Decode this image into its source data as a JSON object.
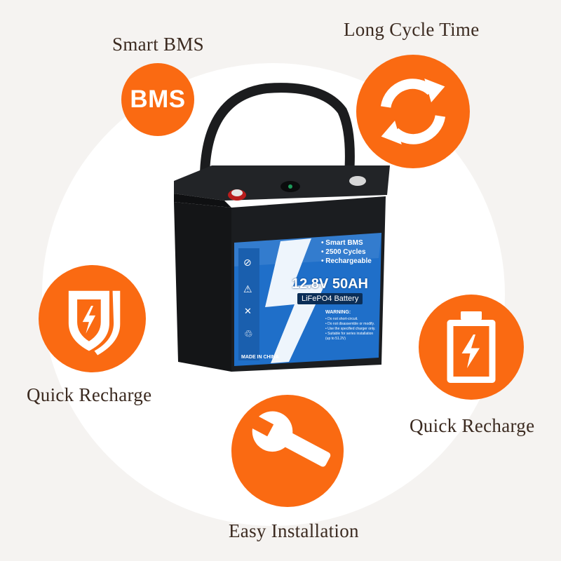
{
  "features": {
    "smart_bms": {
      "label": "Smart BMS",
      "icon_text": "BMS"
    },
    "long_cycle": {
      "label": "Long Cycle Time"
    },
    "quick_recharge_left": {
      "label": "Quick Recharge"
    },
    "quick_recharge_right": {
      "label": "Quick Recharge"
    },
    "easy_installation": {
      "label": "Easy Installation"
    }
  },
  "battery_label": {
    "bullets": [
      "• Smart BMS",
      "• 2500 Cycles",
      "• Rechargeable"
    ],
    "voltage_capacity": "12.8V 50AH",
    "chemistry": "LiFePO4 Battery",
    "warning_title": "WARNING:",
    "warning_lines": [
      "• Do not short-circuit.",
      "• Do not disassemble or modify.",
      "• Use the specified charger only.",
      "• Suitable for series installation",
      "  (up to 51.2V)"
    ],
    "origin": "MADE IN CHINA"
  },
  "colors": {
    "accent_orange": "#fa6a12",
    "label_blue": "#1f6fc9",
    "battery_body": "#17191c",
    "text_brown": "#3b2a20"
  },
  "icons": [
    "bms-icon",
    "refresh-icon",
    "shield-bolt-icon",
    "battery-bolt-icon",
    "wrench-icon"
  ]
}
